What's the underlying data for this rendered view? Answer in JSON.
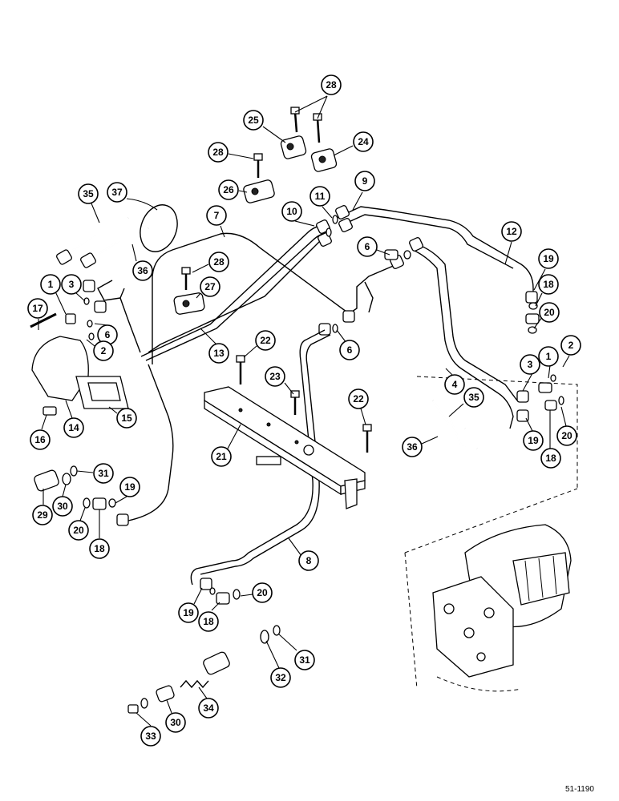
{
  "drawing": {
    "reference_code": "51-1190",
    "callout_labels": [
      "28",
      "25",
      "24",
      "28",
      "26",
      "9",
      "11",
      "10",
      "7",
      "37",
      "35",
      "12",
      "6",
      "28",
      "36",
      "19",
      "1",
      "3",
      "27",
      "18",
      "17",
      "20",
      "6",
      "13",
      "22",
      "6",
      "2",
      "1",
      "2",
      "3",
      "23",
      "4",
      "35",
      "22",
      "14",
      "15",
      "16",
      "21",
      "36",
      "19",
      "20",
      "18",
      "31",
      "19",
      "29",
      "30",
      "20",
      "18",
      "8",
      "20",
      "19",
      "18",
      "31",
      "32",
      "34",
      "30",
      "33"
    ]
  }
}
